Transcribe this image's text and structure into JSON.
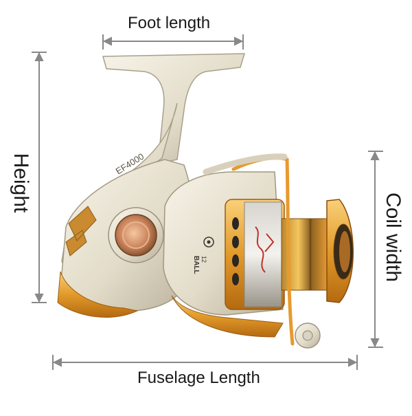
{
  "labels": {
    "foot_length": "Foot length",
    "height": "Height",
    "coil_width": "Coil width",
    "fuselage_length": "Fuselage Length"
  },
  "reel_text": {
    "model": "EF4000",
    "ball_count": "12",
    "ball": "BALL"
  },
  "colors": {
    "body_silver": "#e9e3d2",
    "accent_gold": "#e6a23c",
    "spool_orange": "#f2a03a",
    "arrow_gray": "#888888"
  }
}
